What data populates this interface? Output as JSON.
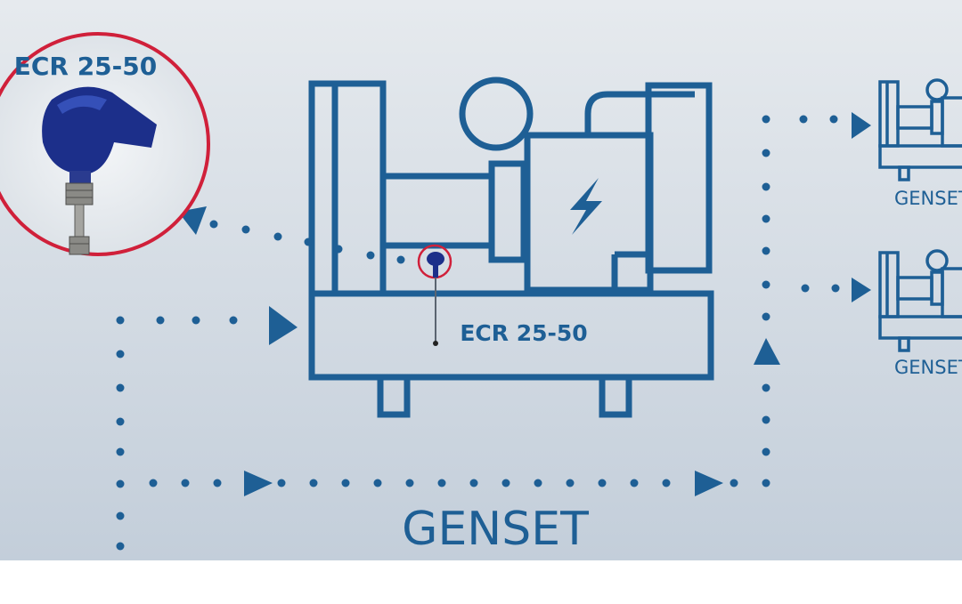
{
  "callout": {
    "label": "ECR 25-50",
    "ring_color": "#d0203a"
  },
  "main_genset": {
    "base_label": "ECR 25-50",
    "caption": "GENSET"
  },
  "small_gensets": [
    {
      "caption": "GENSET"
    },
    {
      "caption": "GENSET"
    }
  ],
  "colors": {
    "primary": "#1e5f95",
    "sensor": "#1c2f8a",
    "background_top": "#e8ecef",
    "background_bottom": "#c4cfd9"
  },
  "icons": [
    "lightning-bolt-icon",
    "temperature-sensor-icon",
    "arrow-right-icon",
    "arrow-up-icon",
    "arrow-left-icon"
  ]
}
